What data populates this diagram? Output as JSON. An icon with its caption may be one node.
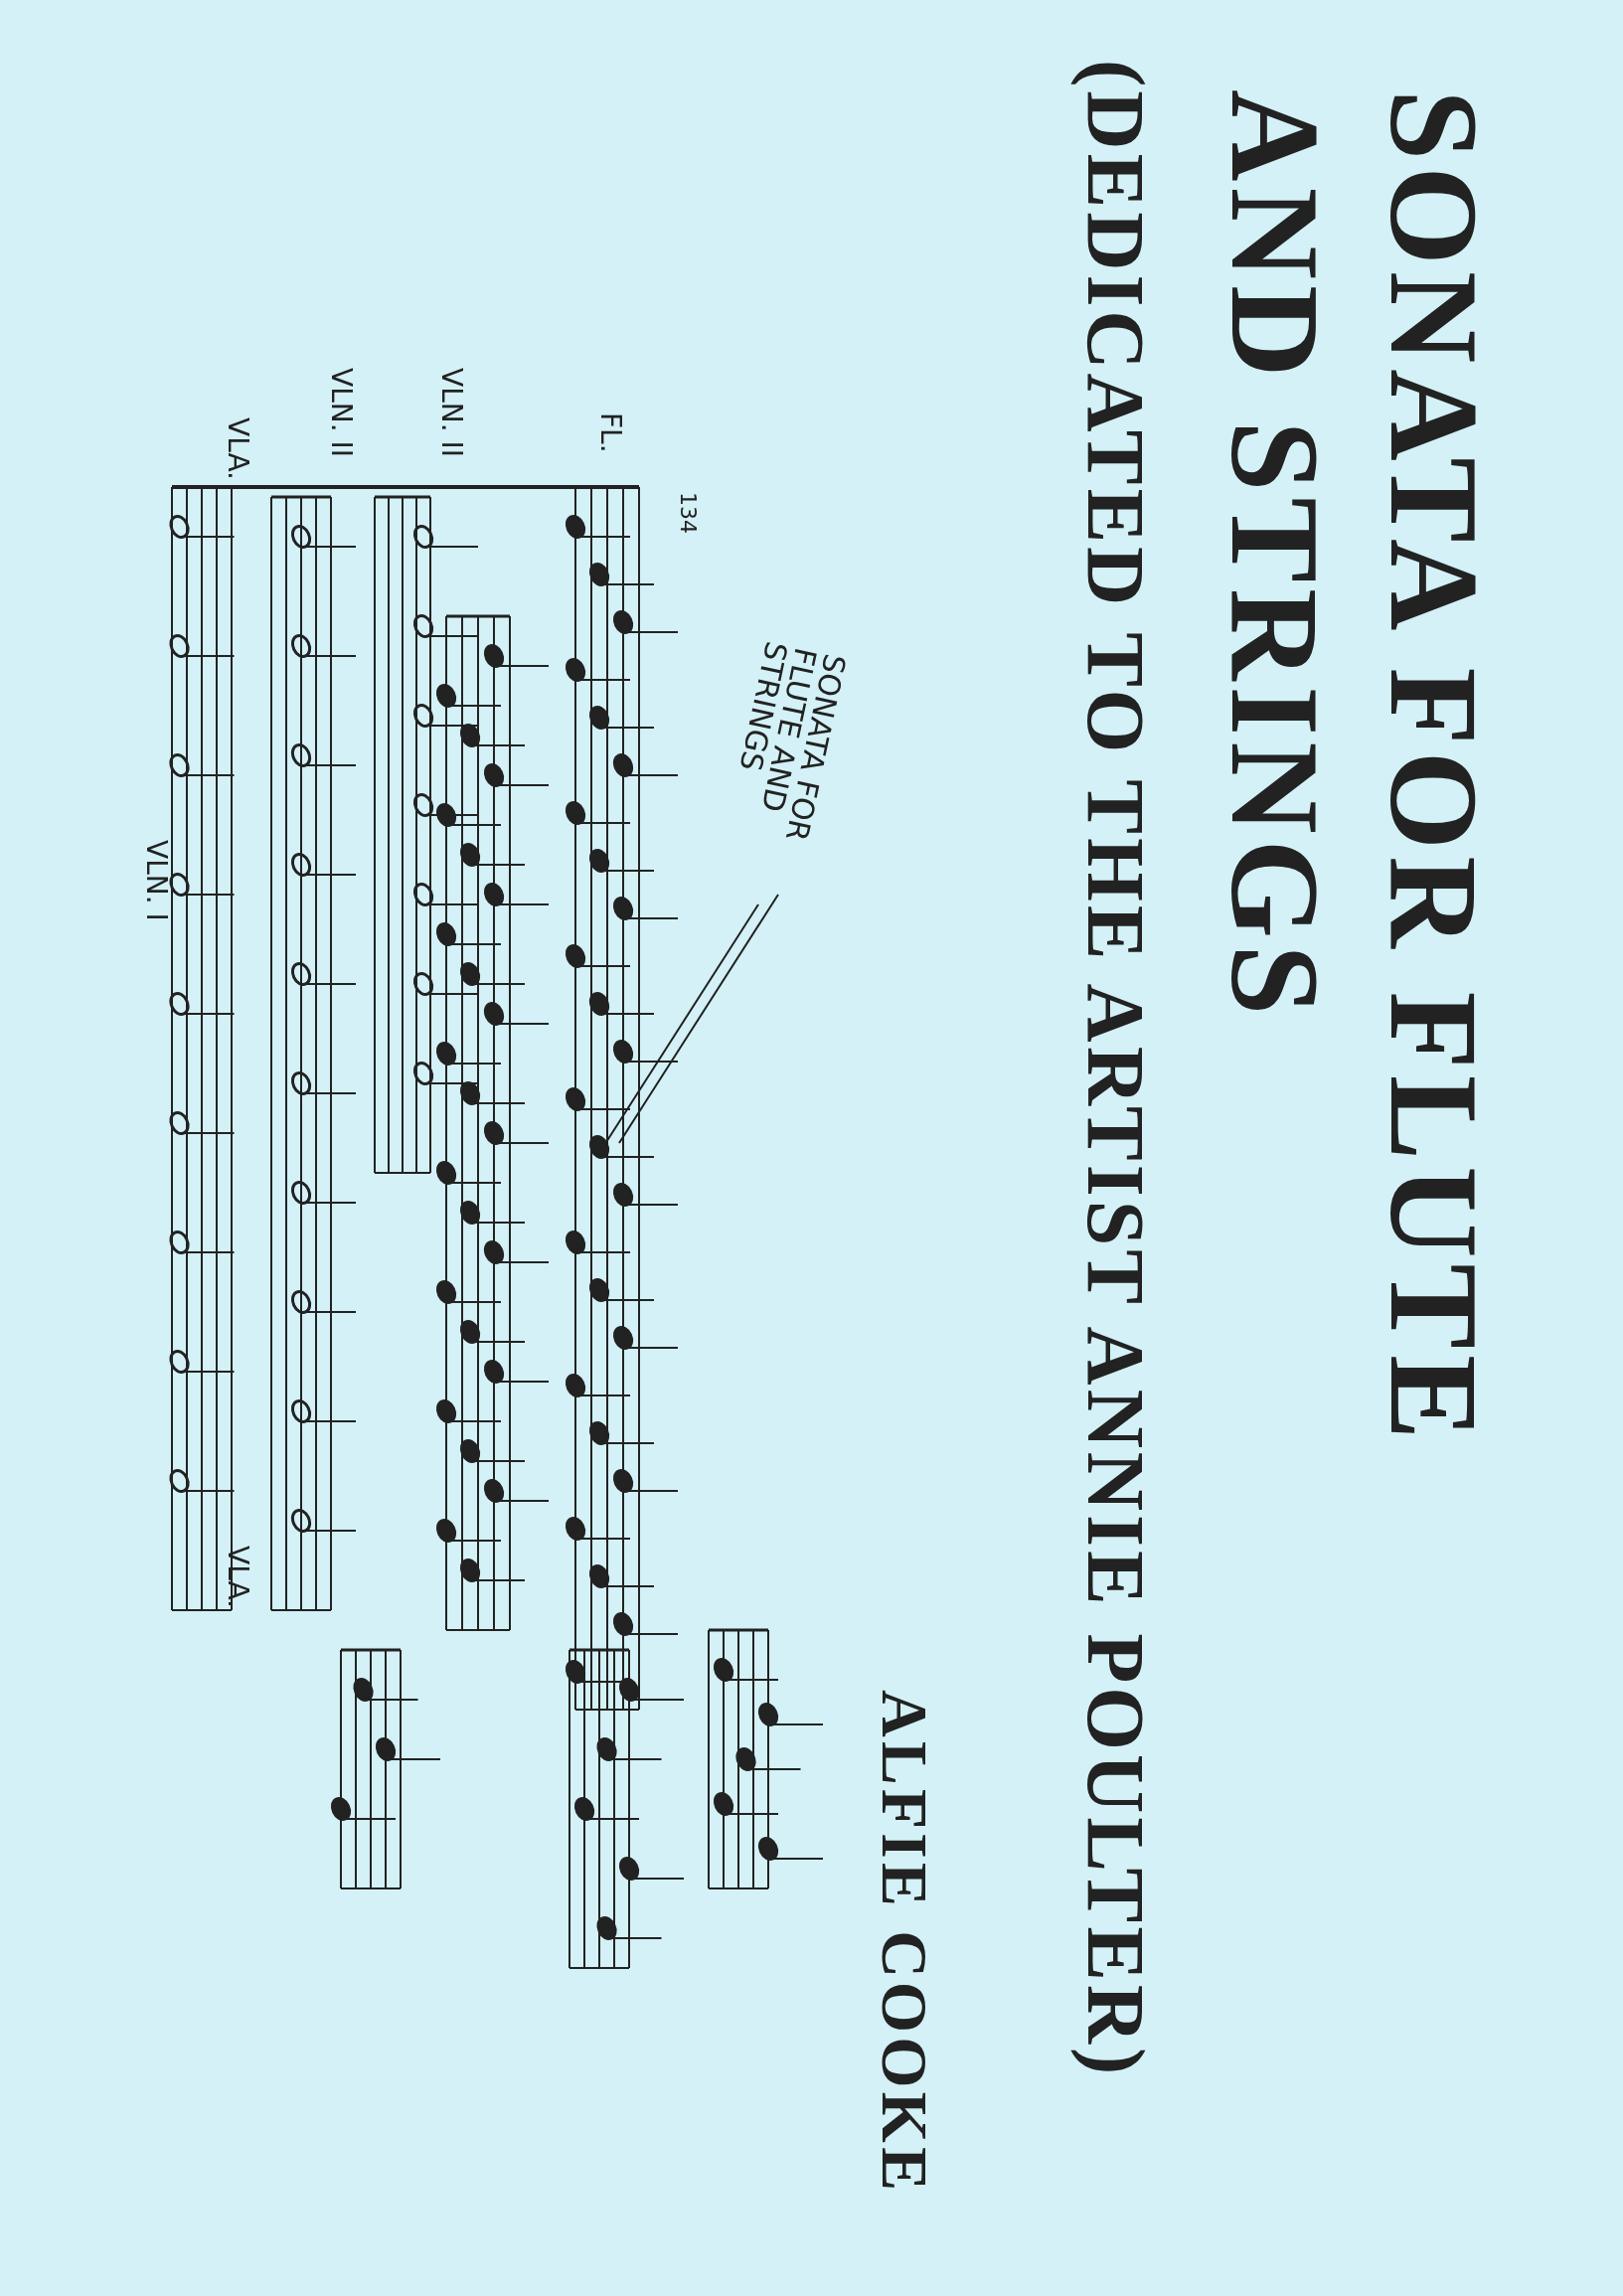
{
  "diagram": {
    "title": "SONATA FOR FLUTE AND STRINGS",
    "labels": [
      "(DEDICATED TO THE ARTIST ANNIE POULTER)",
      "ALFIE COOKE",
      "SONATA FOR FLUTE AND STRINGS",
      "134",
      "FL.",
      "VLN. II",
      "VLN. II",
      "VLA.",
      "VLN. I",
      "VLA."
    ]
  }
}
